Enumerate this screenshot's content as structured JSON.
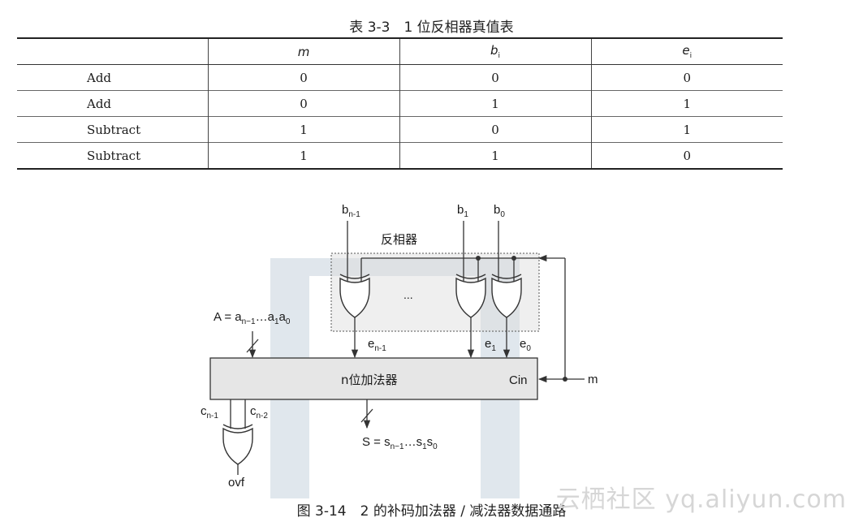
{
  "table_caption": "表 3-3　1 位反相器真值表",
  "table": {
    "headers": [
      "",
      "m",
      "b",
      "e"
    ],
    "header_subscripts": [
      "",
      "",
      "i",
      "i"
    ],
    "rows": [
      [
        "Add",
        "0",
        "0",
        "0"
      ],
      [
        "Add",
        "0",
        "1",
        "1"
      ],
      [
        "Subtract",
        "1",
        "0",
        "1"
      ],
      [
        "Subtract",
        "1",
        "1",
        "0"
      ]
    ]
  },
  "figure": {
    "inputs": {
      "b_n1": {
        "base": "b",
        "sub": "n-1"
      },
      "b1": {
        "base": "b",
        "sub": "1"
      },
      "b0": {
        "base": "b",
        "sub": "0"
      }
    },
    "inverter_label": "反相器",
    "ellipsis": "...",
    "a_bus": {
      "prefix": "A = a",
      "sub1": "n−1",
      "mid": "…a",
      "sub2": "1",
      "mid2": "a",
      "sub3": "0"
    },
    "e_labels": {
      "e_n1": {
        "base": "e",
        "sub": "n-1"
      },
      "e1": {
        "base": "e",
        "sub": "1"
      },
      "e0": {
        "base": "e",
        "sub": "0"
      }
    },
    "adder_label": "n位加法器",
    "cin_label": "Cin",
    "m_label": "m",
    "c_labels": {
      "c_n1": {
        "base": "c",
        "sub": "n-1"
      },
      "c_n2": {
        "base": "c",
        "sub": "n-2"
      }
    },
    "s_bus": {
      "prefix": "S = s",
      "sub1": "n−1",
      "mid": "…s",
      "sub2": "1",
      "mid2": "s",
      "sub3": "0"
    },
    "ovf_label": "ovf"
  },
  "figure_caption": "图 3-14　2 的补码加法器 / 减法器数据通路",
  "watermark": "云栖社区 yq.aliyun.com",
  "colors": {
    "adder_fill": "#e6e6e6",
    "watermark_bar": "#cfd8e0",
    "line": "#333333"
  }
}
